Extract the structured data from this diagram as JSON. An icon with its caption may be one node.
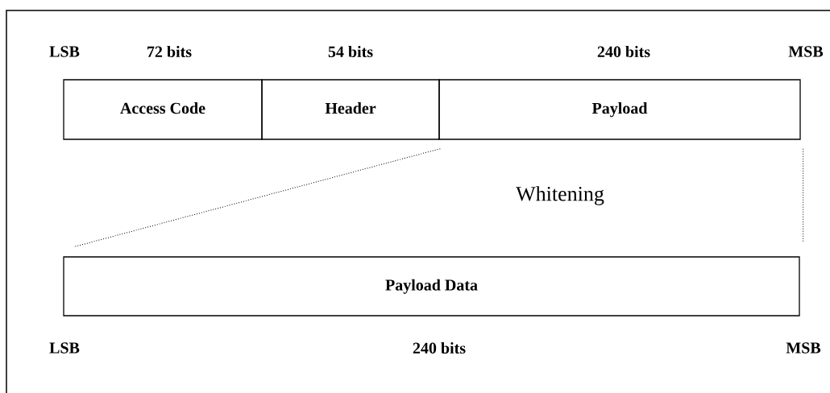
{
  "diagram": {
    "nodes": [
      {
        "text": [
          "Access Code"
        ]
      },
      {
        "text": [
          "Header"
        ]
      },
      {
        "text": [
          "Payload"
        ]
      },
      {
        "text": [
          "Payload Data"
        ]
      }
    ],
    "edges": [
      {
        "from": 2,
        "to": 3,
        "arrow": "none",
        "style": "dashed"
      },
      {
        "from": 2,
        "to": 3,
        "arrow": "none",
        "style": "dashed"
      }
    ],
    "labels": [
      "LSB",
      "72 bits",
      "54 bits",
      "240 bits",
      "MSB",
      "Whitening",
      "LSB",
      "240 bits",
      "MSB"
    ]
  }
}
